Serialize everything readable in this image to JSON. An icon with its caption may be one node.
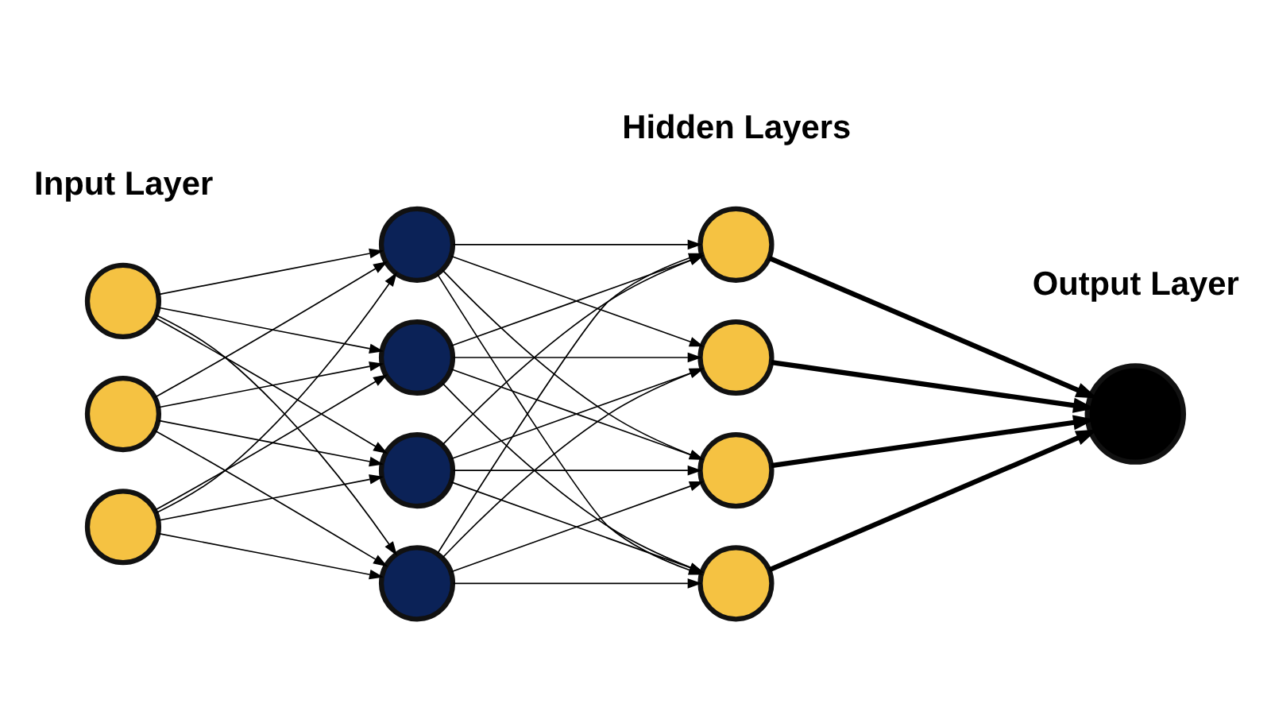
{
  "diagram": {
    "nodes": [
      {
        "text": [],
        "shape": "circle"
      },
      {
        "text": [],
        "shape": "circle"
      },
      {
        "text": [],
        "shape": "circle"
      },
      {
        "text": [],
        "shape": "circle"
      },
      {
        "text": [],
        "shape": "circle"
      },
      {
        "text": [],
        "shape": "circle"
      },
      {
        "text": [],
        "shape": "circle"
      },
      {
        "text": [],
        "shape": "circle"
      },
      {
        "text": [],
        "shape": "circle"
      },
      {
        "text": [],
        "shape": "circle"
      },
      {
        "text": [],
        "shape": "circle"
      },
      {
        "text": [],
        "shape": "circle"
      }
    ],
    "edges": [
      {
        "from": 0,
        "to": 3,
        "arrow": "to"
      },
      {
        "from": 0,
        "to": 4,
        "arrow": "to"
      },
      {
        "from": 0,
        "to": 5,
        "arrow": "to"
      },
      {
        "from": 0,
        "to": 6,
        "arrow": "to"
      },
      {
        "from": 1,
        "to": 3,
        "arrow": "to"
      },
      {
        "from": 1,
        "to": 4,
        "arrow": "to"
      },
      {
        "from": 1,
        "to": 5,
        "arrow": "to"
      },
      {
        "from": 1,
        "to": 6,
        "arrow": "to"
      },
      {
        "from": 2,
        "to": 3,
        "arrow": "to"
      },
      {
        "from": 2,
        "to": 4,
        "arrow": "to"
      },
      {
        "from": 2,
        "to": 5,
        "arrow": "to"
      },
      {
        "from": 2,
        "to": 6,
        "arrow": "to"
      },
      {
        "from": 3,
        "to": 7,
        "arrow": "to"
      },
      {
        "from": 3,
        "to": 8,
        "arrow": "to"
      },
      {
        "from": 3,
        "to": 9,
        "arrow": "to"
      },
      {
        "from": 3,
        "to": 10,
        "arrow": "to"
      },
      {
        "from": 4,
        "to": 7,
        "arrow": "to"
      },
      {
        "from": 4,
        "to": 8,
        "arrow": "to"
      },
      {
        "from": 4,
        "to": 9,
        "arrow": "to"
      },
      {
        "from": 4,
        "to": 10,
        "arrow": "to"
      },
      {
        "from": 5,
        "to": 7,
        "arrow": "to"
      },
      {
        "from": 5,
        "to": 8,
        "arrow": "to"
      },
      {
        "from": 5,
        "to": 9,
        "arrow": "to"
      },
      {
        "from": 5,
        "to": 10,
        "arrow": "to"
      },
      {
        "from": 6,
        "to": 7,
        "arrow": "to"
      },
      {
        "from": 6,
        "to": 8,
        "arrow": "to"
      },
      {
        "from": 6,
        "to": 9,
        "arrow": "to"
      },
      {
        "from": 6,
        "to": 10,
        "arrow": "to"
      },
      {
        "from": 7,
        "to": 11,
        "arrow": "to",
        "style": "thick"
      },
      {
        "from": 8,
        "to": 11,
        "arrow": "to",
        "style": "thick"
      },
      {
        "from": 9,
        "to": 11,
        "arrow": "to",
        "style": "thick"
      },
      {
        "from": 10,
        "to": 11,
        "arrow": "to",
        "style": "thick"
      }
    ],
    "labels": [
      "Input Layer",
      "Hidden Layers",
      "Output Layer"
    ]
  }
}
